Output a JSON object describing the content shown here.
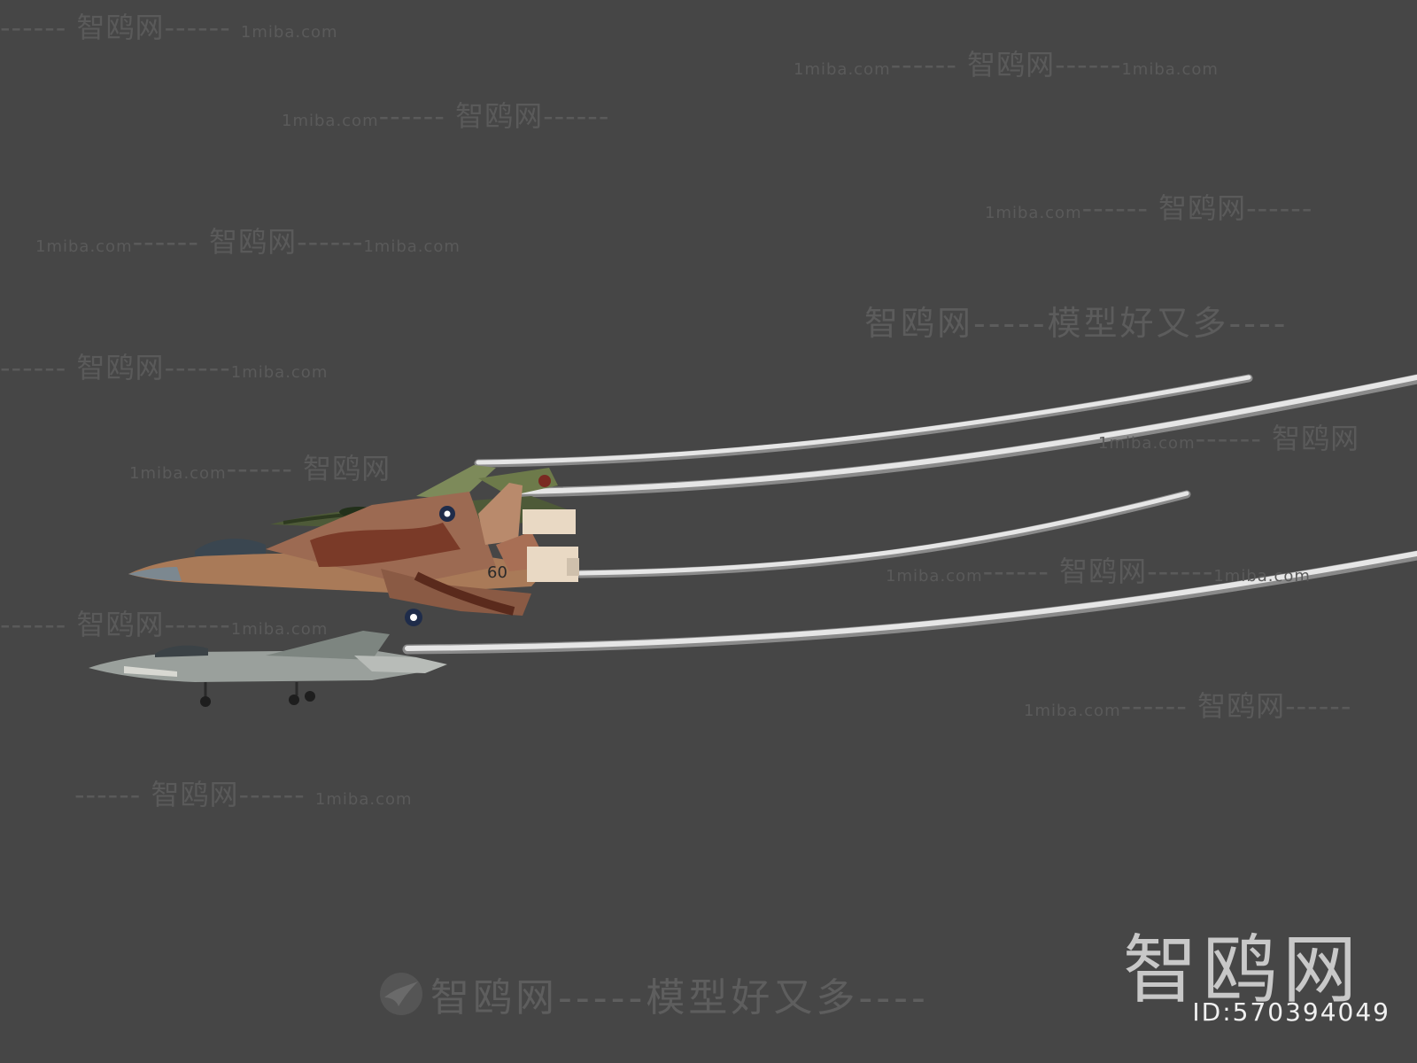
{
  "watermark": {
    "brand": "智鸥网",
    "domain": "1miba.com",
    "slogan": "智鸥网-----模型好又多----",
    "id_label": "ID:570394049"
  },
  "scene": {
    "background": "#464646",
    "smoke_color": "#e4e4e4",
    "aircraft": [
      {
        "name": "camo-jet",
        "scheme": "green-camouflage"
      },
      {
        "name": "desert-jet",
        "scheme": "brown-tan-camouflage",
        "tail_number": "60"
      },
      {
        "name": "grey-jet",
        "scheme": "grey-white"
      }
    ]
  }
}
